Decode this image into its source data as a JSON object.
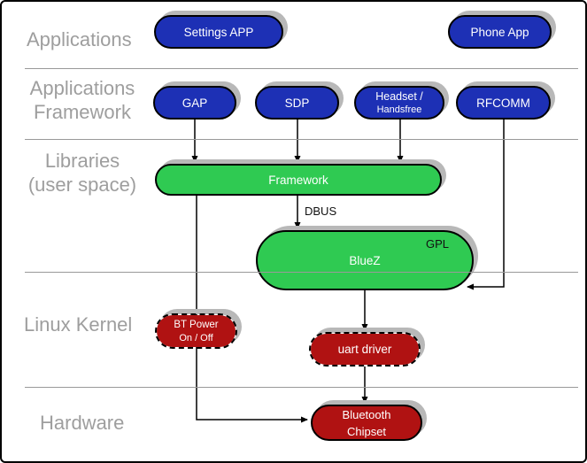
{
  "layers": {
    "applications": {
      "label": "Applications"
    },
    "applications_framework": {
      "line1": "Applications",
      "line2": "Framework"
    },
    "libraries": {
      "line1": "Libraries",
      "line2": "(user space)"
    },
    "linux_kernel": {
      "label": "Linux Kernel"
    },
    "hardware": {
      "label": "Hardware"
    }
  },
  "nodes": {
    "settings_app": {
      "label": "Settings APP"
    },
    "phone_app": {
      "label": "Phone App"
    },
    "gap": {
      "label": "GAP"
    },
    "sdp": {
      "label": "SDP"
    },
    "headset": {
      "line1": "Headset /",
      "line2": "Handsfree"
    },
    "rfcomm": {
      "label": "RFCOMM"
    },
    "framework": {
      "label": "Framework"
    },
    "bluez": {
      "label": "BlueZ",
      "license": "GPL"
    },
    "bt_power": {
      "line1": "BT Power",
      "line2": "On / Off"
    },
    "uart_driver": {
      "label": "uart driver"
    },
    "bluetooth_chipset": {
      "line1": "Bluetooth",
      "line2": "Chipset"
    }
  },
  "annotations": {
    "dbus": "DBUS"
  },
  "colors": {
    "app_node_blue": "#1d30b5",
    "userspace_node_green": "#2fca52",
    "kernel_node_red": "#b01212",
    "layer_label_gray": "#9e9e9e",
    "shadow_gray": "#b8b8b8",
    "separator_gray": "#999999",
    "connector_black": "#000000"
  }
}
